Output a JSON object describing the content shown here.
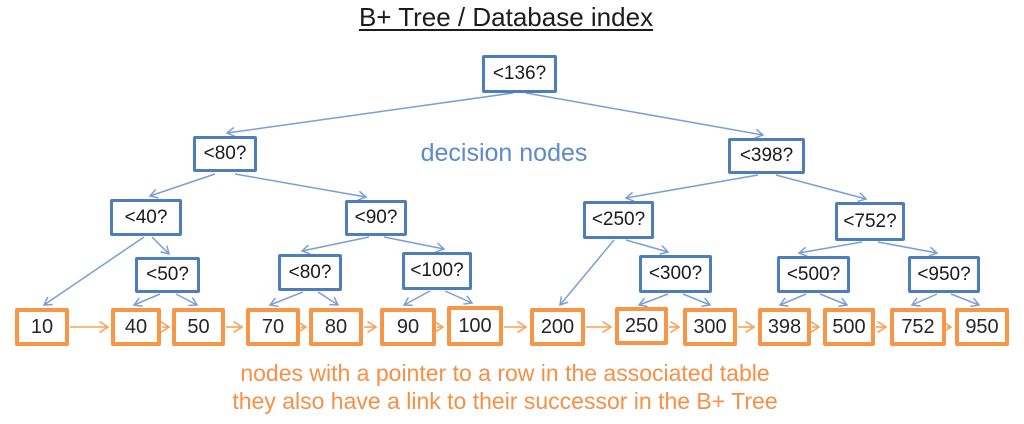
{
  "title": "B+ Tree / Database index",
  "labels": {
    "decision_nodes_label": "decision nodes",
    "caption_line1": "nodes with a pointer to a row in the associated table",
    "caption_line2": "they also have a link to their successor in the B+ Tree"
  },
  "colors": {
    "decision_border": "#4e7dbd",
    "decision_arrow": "#7a9fd4",
    "decision_label": "#5d8ac8",
    "leaf_border": "#f79646",
    "leaf_arrow": "#f9a159",
    "caption_text": "#f78f45",
    "node_text": "#1a1a1a",
    "background": "#ffffff"
  },
  "tree": {
    "decision_nodes": [
      {
        "id": "n136",
        "label": "<136?"
      },
      {
        "id": "n80",
        "label": "<80?"
      },
      {
        "id": "n398",
        "label": "<398?"
      },
      {
        "id": "n40",
        "label": "<40?"
      },
      {
        "id": "n90",
        "label": "<90?"
      },
      {
        "id": "n250",
        "label": "<250?"
      },
      {
        "id": "n752",
        "label": "<752?"
      },
      {
        "id": "n50",
        "label": "<50?"
      },
      {
        "id": "n80b",
        "label": "<80?"
      },
      {
        "id": "n100",
        "label": "<100?"
      },
      {
        "id": "n300",
        "label": "<300?"
      },
      {
        "id": "n500",
        "label": "<500?"
      },
      {
        "id": "n950",
        "label": "<950?"
      }
    ],
    "leaf_nodes": [
      {
        "label": "10"
      },
      {
        "label": "40"
      },
      {
        "label": "50"
      },
      {
        "label": "70"
      },
      {
        "label": "80"
      },
      {
        "label": "90"
      },
      {
        "label": "100"
      },
      {
        "label": "200"
      },
      {
        "label": "250"
      },
      {
        "label": "300"
      },
      {
        "label": "398"
      },
      {
        "label": "500"
      },
      {
        "label": "752"
      },
      {
        "label": "950"
      }
    ],
    "edges": [
      [
        "n136",
        "n80"
      ],
      [
        "n136",
        "n398"
      ],
      [
        "n80",
        "n40"
      ],
      [
        "n80",
        "n90"
      ],
      [
        "n398",
        "n250"
      ],
      [
        "n398",
        "n752"
      ],
      [
        "n40",
        "leaf-10"
      ],
      [
        "n40",
        "n50"
      ],
      [
        "n90",
        "n80b"
      ],
      [
        "n90",
        "n100"
      ],
      [
        "n250",
        "leaf-200"
      ],
      [
        "n250",
        "n300"
      ],
      [
        "n752",
        "n500"
      ],
      [
        "n752",
        "n950"
      ],
      [
        "n50",
        "leaf-40"
      ],
      [
        "n50",
        "leaf-50"
      ],
      [
        "n80b",
        "leaf-70"
      ],
      [
        "n80b",
        "leaf-80"
      ],
      [
        "n100",
        "leaf-90"
      ],
      [
        "n100",
        "leaf-100"
      ],
      [
        "n300",
        "leaf-250"
      ],
      [
        "n300",
        "leaf-300"
      ],
      [
        "n500",
        "leaf-398"
      ],
      [
        "n500",
        "leaf-500"
      ],
      [
        "n950",
        "leaf-752"
      ],
      [
        "n950",
        "leaf-950"
      ]
    ],
    "leaf_chain": [
      "10",
      "40",
      "50",
      "70",
      "80",
      "90",
      "100",
      "200",
      "250",
      "300",
      "398",
      "500",
      "752",
      "950"
    ]
  }
}
